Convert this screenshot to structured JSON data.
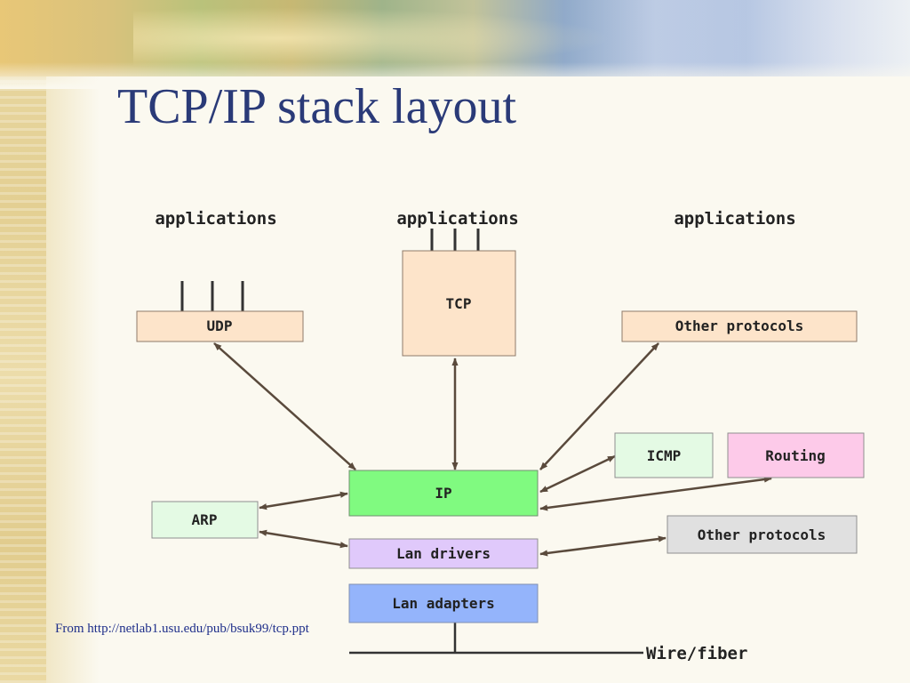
{
  "title": "TCP/IP stack layout",
  "caption": "From http://netlab1.usu.edu/pub/bsuk99/tcp.ppt",
  "labels": {
    "applications_left": "applications",
    "applications_center": "applications",
    "applications_right": "applications",
    "wire": "Wire/fiber"
  },
  "boxes": {
    "udp": "UDP",
    "tcp": "TCP",
    "other_protocols_top": "Other protocols",
    "icmp": "ICMP",
    "routing": "Routing",
    "ip": "IP",
    "arp": "ARP",
    "other_protocols_bottom": "Other protocols",
    "lan_drivers": "Lan drivers",
    "lan_adapters": "Lan adapters"
  },
  "colors": {
    "title": "#2a3a78",
    "transport_fill": "#fde4ca",
    "ip_fill": "#80fa80",
    "icmp_arp_fill": "#e4fae4",
    "routing_fill": "#fdcae9",
    "other_gray_fill": "#e0e0e0",
    "lan_drivers_fill": "#e0c9fb",
    "lan_adapters_fill": "#94b4fb",
    "line": "#5a4a3c"
  }
}
